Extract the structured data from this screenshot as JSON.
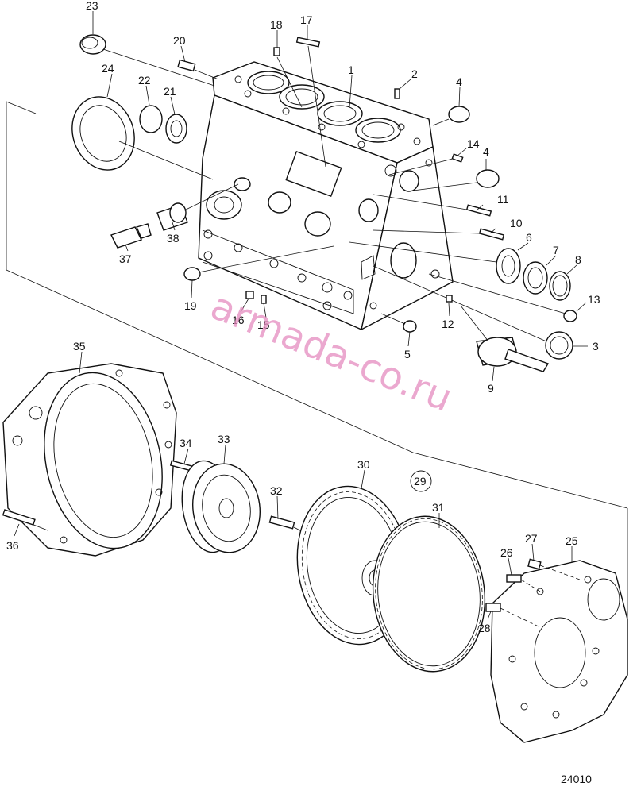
{
  "labels": {
    "p1": "1",
    "p2": "2",
    "p3": "3",
    "p4a": "4",
    "p4b": "4",
    "p5": "5",
    "p6": "6",
    "p7": "7",
    "p8": "8",
    "p9": "9",
    "p10": "10",
    "p11": "11",
    "p12": "12",
    "p13": "13",
    "p14": "14",
    "p15": "15",
    "p16": "16",
    "p17": "17",
    "p18": "18",
    "p19": "19",
    "p20": "20",
    "p21": "21",
    "p22": "22",
    "p23": "23",
    "p24": "24",
    "p25": "25",
    "p26": "26",
    "p27": "27",
    "p28": "28",
    "p29": "29",
    "p30": "30",
    "p31": "31",
    "p32": "32",
    "p33": "33",
    "p34": "34",
    "p35": "35",
    "p36": "36",
    "p37": "37",
    "p38": "38"
  },
  "watermark": "armada-co.ru",
  "reference_number": "24010",
  "colors": {
    "line": "#111111",
    "watermark": "#e58cc0",
    "background": "#ffffff"
  }
}
